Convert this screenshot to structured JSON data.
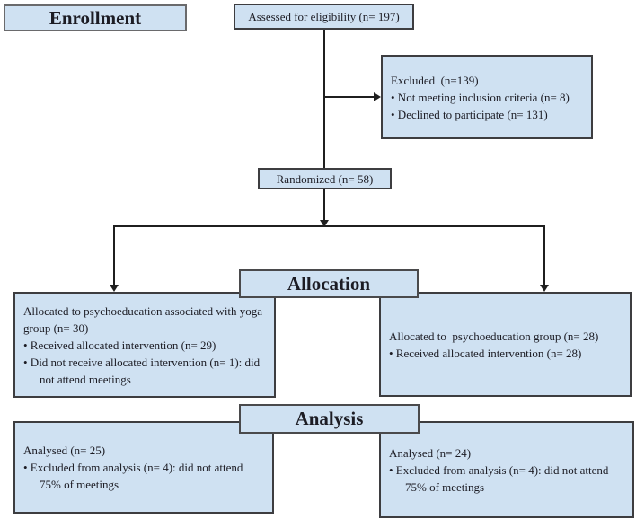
{
  "headers": {
    "enrollment": "Enrollment",
    "allocation": "Allocation",
    "analysis": "Analysis"
  },
  "boxes": {
    "assessed": {
      "text": "Assessed for eligibility (n= 197)"
    },
    "excluded": {
      "title": "Excluded  (n=139)",
      "bullets": [
        "• Not meeting inclusion criteria (n= 8)",
        "• Declined to participate (n= 131)"
      ]
    },
    "randomized": {
      "text": "Randomized (n= 58)"
    },
    "allocation_yoga": {
      "title": "Allocated to psychoeducation associated with yoga group (n= 30)",
      "bullets": [
        "• Received allocated intervention (n= 29)",
        "• Did not receive allocated intervention (n= 1): did not attend meetings"
      ]
    },
    "allocation_psychoeducation": {
      "title": "Allocated to  psychoeducation group (n= 28)",
      "bullets": [
        "• Received allocated intervention (n= 28)"
      ]
    },
    "analysis_yoga": {
      "title": "Analysed (n= 25)",
      "bullets": [
        "• Excluded from analysis (n= 4): did not attend 75% of meetings"
      ]
    },
    "analysis_psychoeducation": {
      "title": "Analysed (n= 24)",
      "bullets": [
        "• Excluded from analysis (n= 4): did not attend 75% of meetings"
      ]
    }
  },
  "colors": {
    "box_fill": "#cfe1f2",
    "box_border": "#404040",
    "connector": "#1f1f1f",
    "background": "#ffffff",
    "text": "#1c1c24"
  }
}
